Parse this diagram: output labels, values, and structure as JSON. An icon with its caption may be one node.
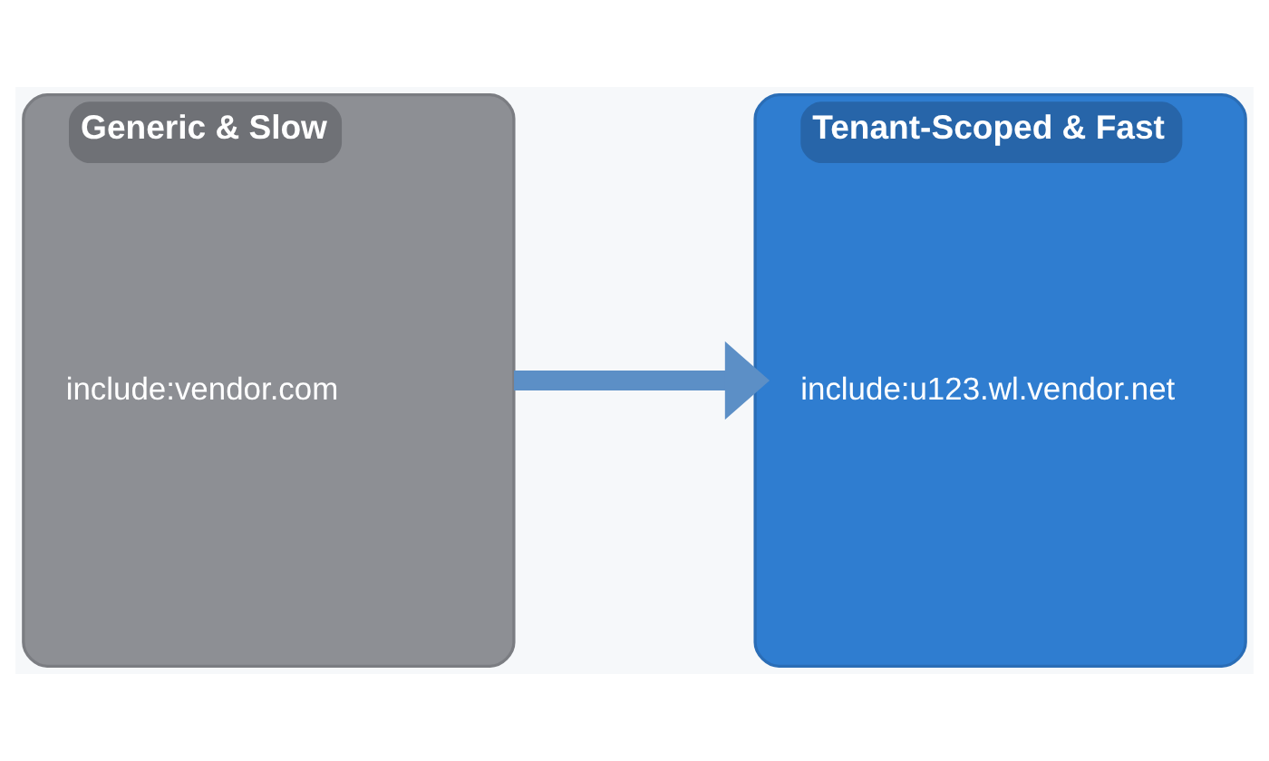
{
  "diagram": {
    "nodes": [
      {
        "text": [
          "Generic & Slow",
          "include:vendor.com"
        ]
      },
      {
        "text": [
          "Tenant-Scoped & Fast",
          "include:u123.wl.vendor.net"
        ]
      }
    ],
    "edges": [
      {
        "from": 0,
        "to": 1,
        "arrow": "to"
      }
    ]
  }
}
